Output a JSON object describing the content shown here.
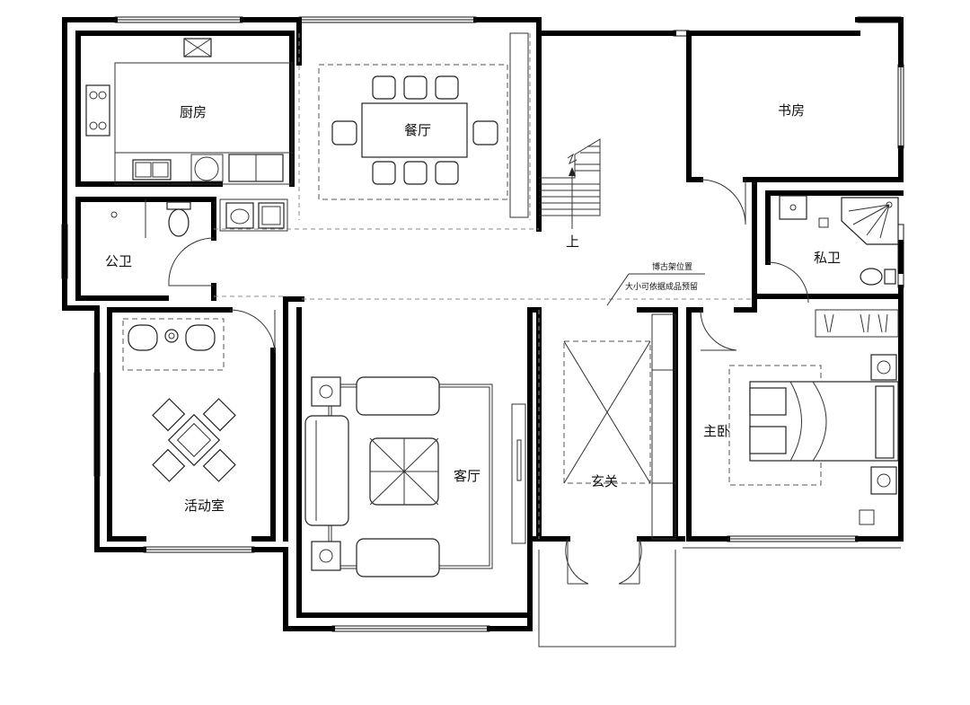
{
  "rooms": {
    "kitchen": "厨房",
    "dining": "餐厅",
    "study": "书房",
    "public_bath": "公卫",
    "private_bath": "私卫",
    "activity_room": "活动室",
    "living_room": "客厅",
    "foyer": "玄关",
    "master_bedroom": "主卧"
  },
  "stair_label": "上",
  "note": {
    "line1": "博古架位置",
    "line2": "大小可依据成品预留"
  }
}
